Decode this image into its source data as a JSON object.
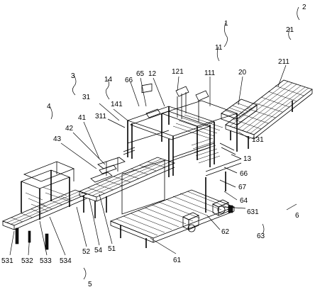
{
  "figure": {
    "labels": {
      "l1": "1",
      "l2": "2",
      "l21": "21",
      "l211": "211",
      "l20": "20",
      "l11": "11",
      "l111": "111",
      "l121": "121",
      "l12": "12",
      "l131": "131",
      "l13": "13",
      "l3": "3",
      "l31": "31",
      "l311": "311",
      "l14": "14",
      "l141": "141",
      "l66a": "66",
      "l65": "65",
      "l4": "4",
      "l41": "41",
      "l42": "42",
      "l43": "43",
      "l66b": "66",
      "l67": "67",
      "l64": "64",
      "l631": "631",
      "l62": "62",
      "l63": "63",
      "l6": "6",
      "l61": "61",
      "l531": "531",
      "l532": "532",
      "l533": "533",
      "l534": "534",
      "l52": "52",
      "l54": "54",
      "l51": "51",
      "l5": "5"
    }
  }
}
